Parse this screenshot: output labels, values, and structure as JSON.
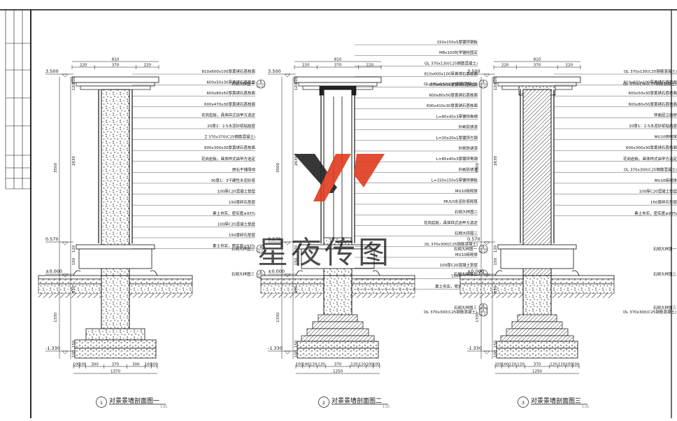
{
  "sections": [
    {
      "number": "1",
      "title": "对景景墙剖面图一",
      "scale": "1:25",
      "top_dims": [
        "220",
        "370",
        "220"
      ],
      "top_total": "810",
      "bottom_dims": [
        "100",
        "100",
        "300",
        "370",
        "300",
        "100",
        "100"
      ],
      "bottom_total": "1370",
      "vertical_dims": [
        "100",
        "120",
        "2630",
        "3500",
        "120",
        "150",
        "830",
        "1330",
        "150",
        "100"
      ],
      "elevations": [
        "3.500",
        "0.570",
        "±0.000",
        "-1.330"
      ],
      "callouts": [
        {
          "num": "5",
          "ref": "LS-02",
          "label": "石砌大样图一"
        },
        {
          "num": "4",
          "ref": "LS-02",
          "label": "石砌大样图二"
        },
        {
          "num": "6",
          "ref": "LS-02",
          "label": "石砌大样图三"
        }
      ],
      "notes": [
        "810x600x100厚黄锈石荔枝面",
        "600x50x30厚黄锈石荔枝面",
        "600x80x50厚黄锈石荔枝面",
        "600x470x30厚黄锈石荔枝面",
        "花岗岩板，具体样式由甲方选定",
        "20厚1：2.5水泥砂浆粘结层",
        "Z 370x370(C25钢筋混凝土)",
        "600x300x30厚黄锈石荔枝面",
        "花岗岩板，具体样式由甲方选定",
        "原石平铺场地",
        "30厚1：3干硬性水泥砂浆",
        "100厚C20混凝土垫层",
        "150厚碎石垫层",
        "素土夯实，密实度≥93%",
        "100厚C20混凝土垫层",
        "150厚碎石垫层",
        "素土夯实，密实度≥93%"
      ]
    },
    {
      "number": "2",
      "title": "对景景墙剖面图二",
      "scale": "1:25",
      "top_dims": [
        "220",
        "370",
        "220"
      ],
      "top_total": "810",
      "bottom_dims": [
        "100",
        "100",
        "120",
        "120",
        "370",
        "120",
        "120",
        "100",
        "100"
      ],
      "bottom_total": "1250",
      "vertical_dims": [
        "100",
        "120",
        "2630",
        "3500",
        "120",
        "150",
        "830",
        "1330",
        "150",
        "100"
      ],
      "elevations": [
        "3.500",
        "0.570",
        "±0.000",
        "-1.330"
      ],
      "callouts": [
        {
          "num": "3",
          "ref": "LS-02",
          "label": "QL 370x130(C25钢筋混凝土)"
        },
        {
          "num": "5",
          "ref": "LS-02",
          "label": "石砌大样图一"
        },
        {
          "num": "1",
          "ref": "LS-02",
          "label": "石砌大样图二"
        },
        {
          "num": "6",
          "ref": "LS-02",
          "label": "石砌大样图三"
        },
        {
          "num": "2",
          "ref": "LS-02",
          "label": "DL 370x300(C25钢筋混凝土)"
        }
      ],
      "notes": [
        "150x150x5厚镀锌钢板",
        "M8x100化学锚栓固定",
        "QL 370x130(C25钢筋混凝土)",
        "810x600x100厚黄锈石荔枝面",
        "600x50x30厚黄锈石荔枝面",
        "600x80x50厚黄锈石荔枝面",
        "600x410x30厚黄锈石荔枝面",
        "L=80x40x3厚镀锌角钢",
        "外刷防锈漆",
        "L=20x20x1厚镀锌方钢",
        "外刷防锈漆",
        "L=80x40x3厚镀锌角钢",
        "外刷防锈漆",
        "L=150x150x5厚镀锌钢板",
        "MU10砖砌体",
        "MU10水泥砂浆砌筑",
        "石砌大样图二",
        "花岗岩板，具体样式由甲方选定",
        "石砌大样图三",
        "DL 370x300(C25钢筋混凝土)",
        "MU10砖砌体",
        "100厚C20混凝土垫层",
        "150厚碎石垫层",
        "素土夯实，密实度≥93%"
      ]
    },
    {
      "number": "3",
      "title": "对景景墙剖面图三",
      "scale": "1:25",
      "top_dims": [
        "220",
        "370",
        "220"
      ],
      "top_total": "810",
      "bottom_dims": [
        "100",
        "100",
        "120",
        "120",
        "370",
        "120",
        "120",
        "100",
        "100"
      ],
      "bottom_total": "1250",
      "vertical_dims": [
        "100",
        "120",
        "2630",
        "3500",
        "120",
        "150",
        "830",
        "1330",
        "150",
        "100"
      ],
      "elevations": [
        "3.500",
        "0.570",
        "±0.000",
        "-1.330"
      ],
      "callouts": [
        {
          "num": "3",
          "ref": "LS-02",
          "label": "QL 370x130(C25钢筋混凝土)"
        },
        {
          "num": "5",
          "ref": "LS-02",
          "label": "石砌大样图一"
        },
        {
          "num": "4",
          "ref": "LS-02",
          "label": "石砌大样图二"
        },
        {
          "num": "6",
          "ref": "LS-02",
          "label": "石砌大样图三"
        },
        {
          "num": "2",
          "ref": "LS-02",
          "label": "DL 370x300(C25钢筋混凝土)"
        }
      ],
      "notes": [
        "QL 370x130(C25钢筋混凝土)",
        "810x600x100厚黄锈石荔枝面",
        "600x50x30厚黄锈石荔枝面",
        "600x80x50厚黄锈石荔枝面",
        "饰面层立面砖",
        "20厚1：2.5水泥砂浆粘结层",
        "MU10砖砌体",
        "600x300x30厚黄锈石荔枝面",
        "花岗岩板，具体样式由甲方选定",
        "DL 370x300(C25钢筋混凝土)",
        "MU10砖砌体",
        "100厚C20混凝土垫层",
        "150厚碎石垫层",
        "素土夯实，密实度≥93%"
      ]
    }
  ],
  "watermark": {
    "logo": "XY",
    "text": "星夜传图",
    "logo_color": "#e03a1e",
    "logo_dark": "#222222",
    "text_color": "#555555"
  },
  "colors": {
    "line": "#111111",
    "hatch": "#333333",
    "paper": "#ffffff"
  }
}
